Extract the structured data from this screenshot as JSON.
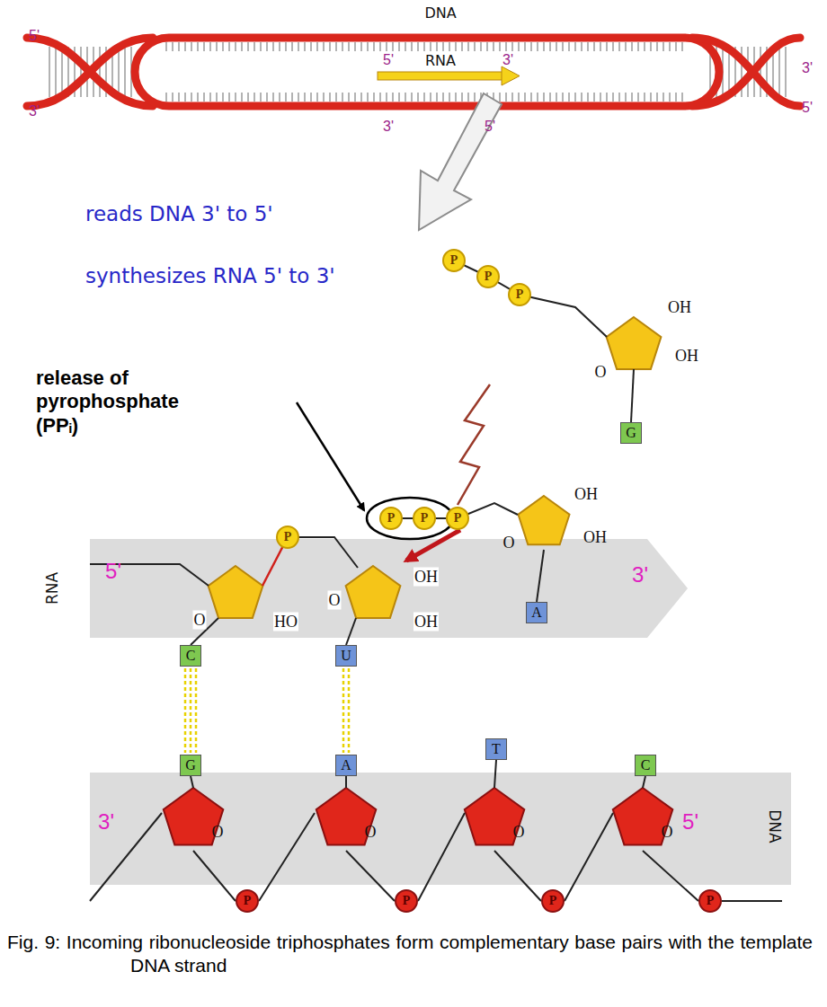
{
  "diagram": {
    "caption": "Fig. 9: Incoming ribonucleoside triphosphates form complementary base pairs with the template DNA strand",
    "nodes": [
      {
        "text": [
          "P"
        ]
      },
      {
        "text": [
          "P"
        ]
      },
      {
        "text": [
          "P"
        ]
      },
      {
        "text": [
          "G"
        ]
      },
      {
        "text": [
          "P"
        ]
      },
      {
        "text": [
          "P"
        ]
      },
      {
        "text": [
          "P"
        ]
      },
      {
        "text": [
          "A"
        ]
      },
      {
        "text": [
          "RNA",
          "5'",
          "3'"
        ]
      },
      {
        "text": [
          "P"
        ]
      },
      {
        "text": [
          "C"
        ]
      },
      {
        "text": [
          "U"
        ]
      },
      {
        "text": [
          "3'",
          "5'",
          "DNA"
        ]
      },
      {
        "text": [
          "G"
        ]
      },
      {
        "text": [
          "A"
        ]
      },
      {
        "text": [
          "T"
        ]
      },
      {
        "text": [
          "C"
        ]
      },
      {
        "text": [
          "P"
        ]
      },
      {
        "text": [
          "P"
        ]
      },
      {
        "text": [
          "P"
        ]
      },
      {
        "text": [
          "P"
        ]
      }
    ],
    "edges": [
      {
        "from": 10,
        "to": 13,
        "arrow": "none"
      },
      {
        "from": 11,
        "to": 14,
        "arrow": "none"
      }
    ],
    "labels": [
      "DNA",
      "5'",
      "3'",
      "3'",
      "5'",
      "5'",
      "RNA",
      "3'",
      "3'",
      "5'",
      "reads DNA 3' to 5'",
      "synthesizes RNA 5' to 3'",
      "OH",
      "OH",
      "O",
      "release of pyrophosphate (PPᵢ)",
      "OH",
      "OH",
      "O",
      "O",
      "HO",
      "O",
      "OH",
      "OH",
      "O",
      "O",
      "O",
      "O"
    ]
  }
}
